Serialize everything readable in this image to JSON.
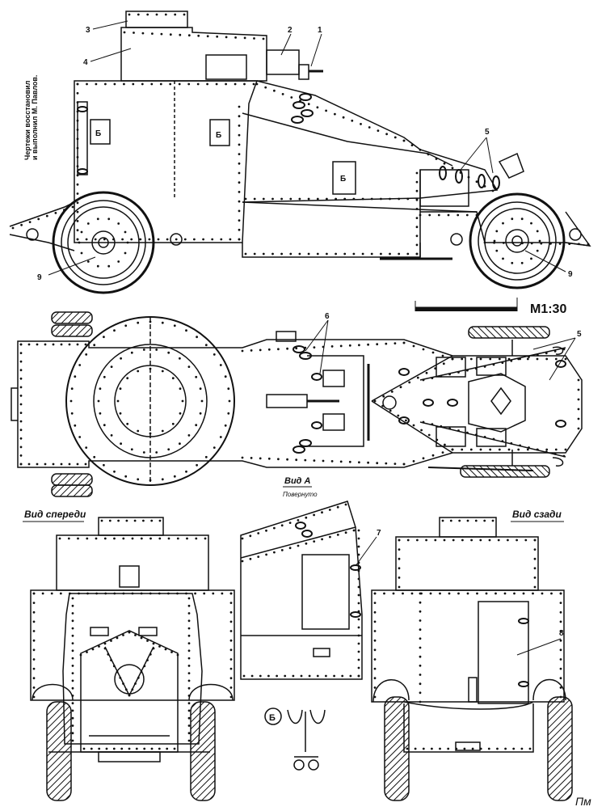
{
  "credit": {
    "line1": "Чертежи восстановил",
    "line2": "и выполнил М. Павлов."
  },
  "scale": {
    "label": "M1:30"
  },
  "views": {
    "view_a": "Вид А",
    "view_a_note": "Повернуто",
    "front": "Вид спереди",
    "rear": "Вид сзади"
  },
  "callouts": [
    "1",
    "2",
    "3",
    "4",
    "5",
    "6",
    "7",
    "8",
    "9"
  ],
  "hatch_labels": {
    "b": "Б"
  },
  "detail": {
    "label": "Б"
  },
  "signature": "Пм",
  "colors": {
    "ink": "#111111",
    "paper": "#ffffff"
  }
}
